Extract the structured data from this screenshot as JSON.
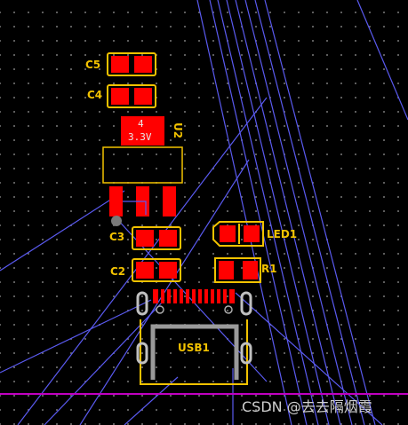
{
  "components": {
    "c5": "C5",
    "c4": "C4",
    "u2": "U2",
    "u2_pad_number": "4",
    "u2_pad_net": "3.3V",
    "c3": "C3",
    "c2": "C2",
    "led1": "LED1",
    "r1": "R1",
    "usb1": "USB1"
  },
  "watermark": "CSDN @去去隔烟霞",
  "colors": {
    "background": "#000000",
    "grid_dot": "#6b6b6b",
    "pad": "#ff0000",
    "silkscreen": "#f2c200",
    "ratsnest": "#5a5af0",
    "board_edge": "#c000c0",
    "pad_text": "#e8e8e8"
  }
}
